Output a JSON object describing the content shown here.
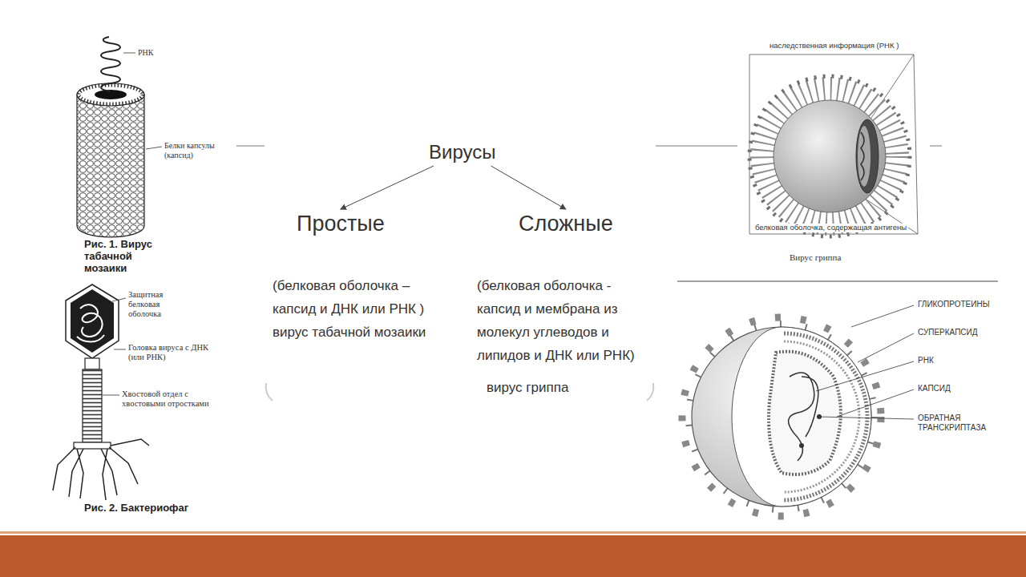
{
  "diagram": {
    "nodes": [
      {
        "text": [
          "Вирусы"
        ]
      },
      {
        "text": [
          "Простые"
        ]
      },
      {
        "text": [
          "Сложные"
        ]
      }
    ],
    "edges": [
      {
        "from": 0,
        "to": 1,
        "arrow": "to"
      },
      {
        "from": 0,
        "to": 2,
        "arrow": "to"
      }
    ],
    "labels": [
      "РНК",
      "Белки капсулы (капсид)",
      "Рис. 1. Вирус табачной мозаики",
      "Защитная белковая оболочка",
      "Головка вируса с ДНК (или РНК)",
      "Хвостовой отдел с хвостовыми отростками",
      "Рис. 2. Бактериофаг",
      "(белковая оболочка – капсид и ДНК или РНК ) вирус табачной мозаики",
      "(белковая оболочка - капсид и мембрана из молекул углеводов и липидов и ДНК или РНК)",
      "вирус гриппа",
      "наследственная информация (РНК )",
      "белковая оболочка, содержащая антигены",
      "Вирус гриппа",
      "ГЛИКОПРОТЕИНЫ",
      "СУПЕРКАПСИД",
      "РНК",
      "КАПСИД",
      "ОБРАТНАЯ ТРАНСКРИПТАЗА"
    ]
  }
}
